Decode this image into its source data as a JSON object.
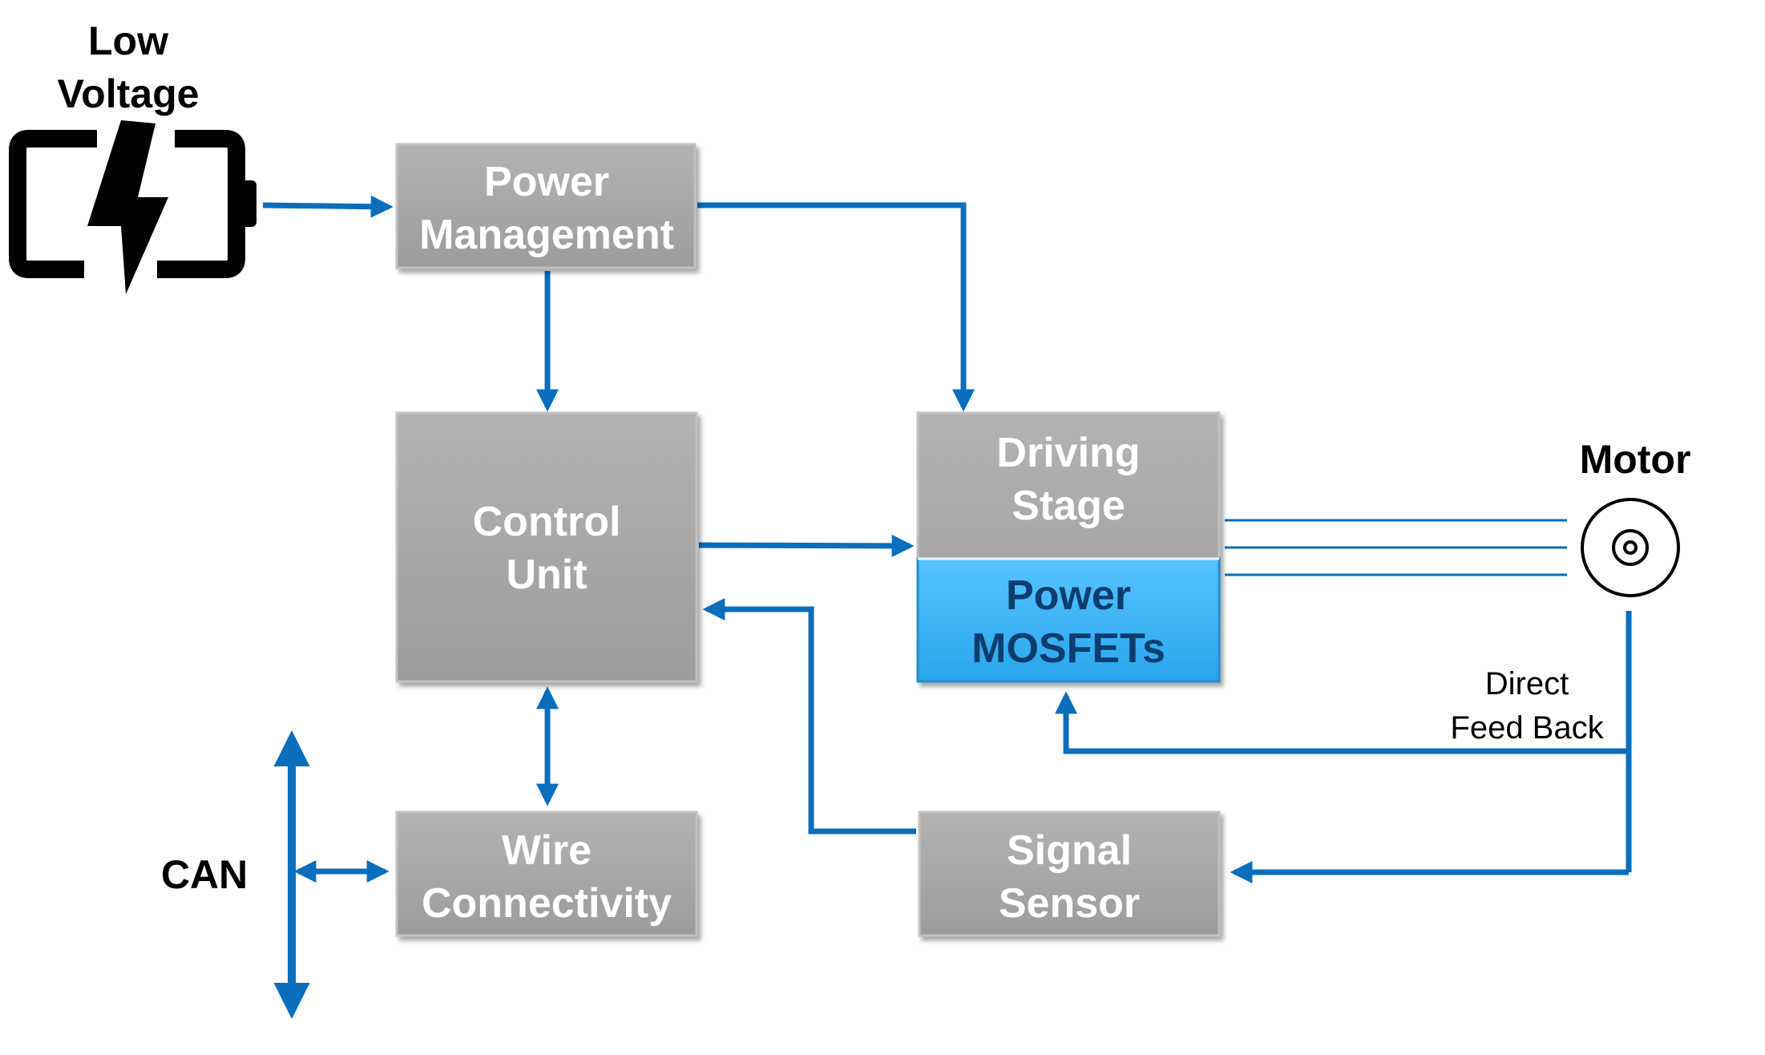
{
  "colors": {
    "block": "#a6a6a6",
    "block_highlight": "#c8c8c8",
    "block_shadow": "#7f7f7f",
    "mosfet": "#3db3f5",
    "mosfet_text": "#0b3e6e",
    "connector": "#0a6ebd",
    "ink": "#000000"
  },
  "labels": {
    "low_voltage_line1": "Low",
    "low_voltage_line2": "Voltage",
    "motor": "Motor",
    "can": "CAN",
    "feedback_line1": "Direct",
    "feedback_line2": "Feed Back"
  },
  "blocks": {
    "power_management": {
      "line1": "Power",
      "line2": "Management"
    },
    "control_unit": {
      "line1": "Control",
      "line2": "Unit"
    },
    "driving_stage": {
      "line1": "Driving",
      "line2": "Stage"
    },
    "power_mosfets": {
      "line1": "Power",
      "line2": "MOSFETs"
    },
    "wire_connectivity": {
      "line1": "Wire",
      "line2": "Connectivity"
    },
    "signal_sensor": {
      "line1": "Signal",
      "line2": "Sensor"
    }
  },
  "icons": {
    "battery": "battery-lightning-icon",
    "motor": "motor-icon"
  }
}
